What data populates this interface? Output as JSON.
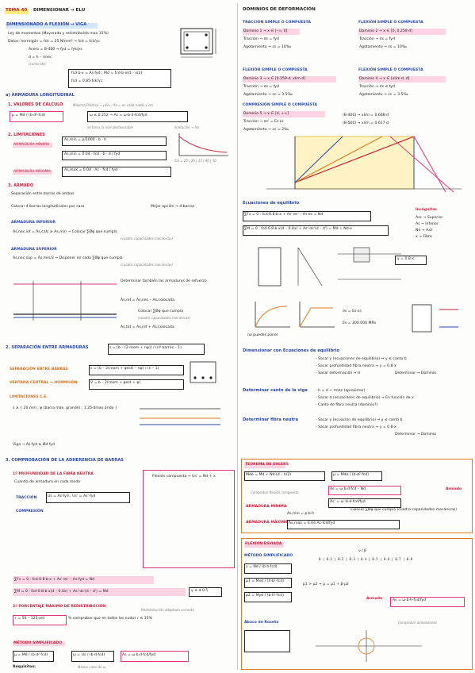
{
  "left": {
    "title_topic": "TEMA 40",
    "title_main": "DIMENSIONAR → ELU",
    "s1": "DIMENSIONADO A FLEXIÓN → VIGA",
    "s1_l1": "Ley de momentos (Mayorada y redistribuida max 15%)",
    "s1_l2": "Datos: hormigón = fck = 25 N/mm² → fcd = fck/γc",
    "s1_l3": "Acero = B-400 → fyd = fyk/γs",
    "s1_l4": "d = h – rmec",
    "s1_l5": "(canto útil)",
    "s1_eq": "fcd·b·x = As·fyd ; Md = fcd·b·x(d – x/2)",
    "s1_eq2": "fcd = 0.85·fck/γc",
    "a": "a) ARMADURA LONGITUDINAL",
    "a1": "1. VALORES DE CÁLCULO",
    "a1_eq": "μ = Md / (b·d²·fcd)",
    "a1_res": "ω ≤ 0.252 → As = ω·b·d·fcd/fyd",
    "a1_note": "Máximo Plástico → μlim ; As = en cada modo y cm",
    "a2_note": "se toma la más desfavorable",
    "a2": "2. LIMITACIONES",
    "a2a": "ARMADURA MÍNIMA",
    "a2a_eq1": "As,min = ρ/1000 · b · h",
    "a2a_eq2": "As,min = 0.04 · fcd · b · d / fyd",
    "a2b": "ARMADURA MÁXIMA",
    "a2b_eq": "As,max = 0.04 · Ac · fcd / fyd",
    "graph_label": "limitación → fck",
    "graph_vals": "fck = 25 | 30 | 35 | 40 | 50",
    "a3": "3. ARMADO",
    "a3_l1": "Separación entre barras de ambas",
    "a3_l2": "Colocar 4 barras longitudinales por cara",
    "a3_l3": "Mejor opción → 4 barras",
    "a3a": "ARMADURA INFERIOR",
    "a3a_eq": "As,nec,inf = As,calc ≥ As,min → Colocar ∑Øφ que cumpla",
    "a3a_note": "(cuadro capacidades mecánicas)",
    "a3b": "ARMADURA SUPERIOR",
    "a3b_eq": "As,nec,sup = As,min/3 → Disponer en cada ∑Øφ que cumpla",
    "a3b_note": "(cuadro capacidades mecánicas)",
    "a3c_l1": "Determinar también las armaduras de refuerzo",
    "a3c_l2": "As,ref = As,nec – As,colocada",
    "a3c_l3": "Colocar ∑Øφ que cumpla",
    "a3c_l4": "(cuadro capacidades mecánicas)",
    "a3c_l5": "As,tot = As,ref + As,colocada",
    "b": "2. SEPARACIÓN ENTRE ARMADURAS",
    "b_eq1": "s = [b – (2·rnom + nφ)] / (nº barras – 1)",
    "b_l1": "SEPARACIÓN ENTRE BARRAS",
    "b_eq2": "s = (b – 2(rnom + φest) – nφ) / (n – 1)",
    "b_l2": "VENTANA CENTRAL → HORMIGÓN",
    "b_eq3": "V = b – 2(rnom + φest + φ)",
    "b_l3": "LIMITACIONES C.E.",
    "b_l4": "s ≥ { 20 mm ; φ (barra máx. grande) ; 1.25·dmax árido }",
    "b_l5": "Viga → As·fyd ≥ Ød·fyd",
    "c": "3. COMPROBACIÓN DE LA ADHERENCIA DE BARRAS",
    "c1": "1º PROFUNDIDAD DE LA FIBRA NEUTRA",
    "c1_l1": "Cuantía de armadura en cada modo",
    "c1_trac": "TRACCIÓN",
    "c1_comp": "COMPRESIÓN",
    "c1_eqa": "Us = As·fyd ; Us' = As'·fyd",
    "c1_eq1": "∑Fx = 0 : fcd·0.8·b·x + As'·σs' – As·fyd = Nd",
    "c1_eq2": "∑M = 0 : fcd·0.8·b·x(d – 0.4x) + As'·σs'(d – d') = Md",
    "c1_eqb": "y ≤ d·0.5",
    "c1_flag": "Flexión compuesta → Us' = Nd + x",
    "c2": "2º PORCENTAJE MÁXIMO DE REDISTRIBUCIÓN",
    "c2_eq": "r = 56 – 125·x/d",
    "c2_l1": "% comprobar que en todos los nudos r ≤ 15%",
    "c2_note": "Redistribución adoptada correcta",
    "d1": "MÉTODO SIMPLIFICADO",
    "d1_eq": "μ = Md / (b·d²·fcd)",
    "d1_eq2": "ω = Us / (b·d·fcd)",
    "d1_req": "Requisitos:",
    "d1_res": "As = ω·b·d·fcd/fyd",
    "d1_note": "Mismo valor de ω"
  },
  "right": {
    "title": "DOMINIOS DE DEFORMACIÓN",
    "r1": "TRACCIÓN SIMPLE O COMPUESTA",
    "r1_l1": "Dominio 1 → x ∈ [–∞, 0]",
    "r1_l2": "Tracción → σs = fyd",
    "r1_l3": "Agotamiento → εs = 10‰",
    "r2": "FLEXIÓN SIMPLE O COMPUESTA",
    "r2_l1": "Dominio 2 → x ∈ [0, 0.259·d]",
    "r2_l2": "Tracción → σs = fyd",
    "r2_l3": "Agotamiento → εs = 10‰",
    "r3": "FLEXIÓN SIMPLE O COMPUESTA",
    "r3_l1": "Dominio 3 → x ∈ [0.259·d, xlim·d]",
    "r3_l2": "Tracción → σs = fyd",
    "r3_l3": "Agotamiento → εc = 3.5‰",
    "r3_b1": "(B-400) → xlim = 0.668·d",
    "r3_b2": "(B-500) → xlim = 0.617·d",
    "r4": "FLEXIÓN SIMPLE O COMPUESTA",
    "r4_l1": "Dominio 4 → x ∈ [xlim·d, d]",
    "r4_l2": "Tracción → σs ≤ fyd",
    "r4_l3": "Agotamiento → εc = 3.5‰",
    "r5": "COMPRESIÓN SIMPLE O COMPUESTA",
    "r5_l1": "Dominio 5 → x ∈ [d, +∞]",
    "r5_l2": "Tracción → σs' = Es·εs",
    "r5_l3": "Agotamiento → εc = 2‰",
    "eq_title": "Ecuaciones de equilibrio",
    "eq1": "∑Fx = 0 : fcd·0.8·b·x + As'·σs' – As·σs = Nd",
    "eq2": "∑M = 0 : fcd·0.8·b·x(d – 0.4x) + As'·σs'(d – d') = Md + Nd·e",
    "inc_title": "Incógnitas",
    "inc1": "Asc → Superior",
    "inc2": "As → Inferior",
    "inc3": "Nd → Axil",
    "inc4": "x → Fibra",
    "y_eq": "y = 0.8·x",
    "es_eq": "Es = 200.000 MPa",
    "sig_eq": "σs = Es·εs",
    "fig_note": "no puedes poner",
    "dim1_title": "Dimensionar con Ecuaciones de equilibrio",
    "dim1_l1": "- Sacar y (ecuaciones de equilibrio) ⇒ y ≤ canto b",
    "dim1_l2": "- Sacar profundidad fibra neutra → y = 0.8·x",
    "dim1_l3": "- Sacar deformación → σ",
    "dim1_l4": "Determinar → Dominio",
    "dim2_title": "Determinar canto de la viga",
    "dim2_l1": "- h = d + rmec (aproximar)",
    "dim2_l2": "- Sacar d (ecuaciones de equilibrio) → En función de x",
    "dim2_l3": "- Canto de fibra neutra (dominio?)",
    "dim3_title": "Determinar fibra neutra",
    "dim3_l1": "- Sacar y (ecuación de equilibrio) ⇒ y ≤ canto b",
    "dim3_l2": "- Sacar profundidad fibra neutra → y = 0.8·x",
    "dim3_l3": "Determinar → Dominio",
    "te_title": "TEOREMA DE EHLERS",
    "te_eq1": "Mde = Md + Nd·(d – h/2)",
    "te_eq2": "μ = Mde / (b·d²·fcd)",
    "te_eq3": "As = ω·b·d·fcd – Nd",
    "te_note1": "Comprobar flexión compuesta",
    "te_note2": "Armado",
    "te_eq4": "As' = ω'·b·d·fcd/fyd",
    "te_eq5": "Colocar ∑Øφ que cumpla (cuadro capacidades mecánicas)",
    "te_min": "ARMADURA MÍNIMA",
    "te_max": "ARMADURA MÁXIMA",
    "te_min_eq": "As,min = ρ·b·h",
    "te_max_eq": "As,max = 0.04·Ac·fcd/fyd",
    "fe_title": "FLEXIÓN ESVIADA",
    "fe_sub": "MÉTODO SIMPLIFICADO",
    "fe_eq1": "ν = Nd / (b·h·fcd)",
    "fe_eq2": "μ1 = Mxd / (h·b²·fcd)",
    "fe_eq3": "μ2 = Myd / (b·h²·fcd)",
    "fe_l1": "μ1 > μ2 → μ = μ1 + β·μ2",
    "fe_l2": "Ábaco de Roseta",
    "fe_res": "As = ω·b·h·fcd/fyd",
    "fe_note": "Armado",
    "fe_note2": "Comprobar dimensiones",
    "tab_head": "ν / β",
    "tab_row": "0 | 0.1 | 0.2 | 0.3 | 0.4 | 0.5 | 0.6 | 0.7 | 0.8"
  }
}
